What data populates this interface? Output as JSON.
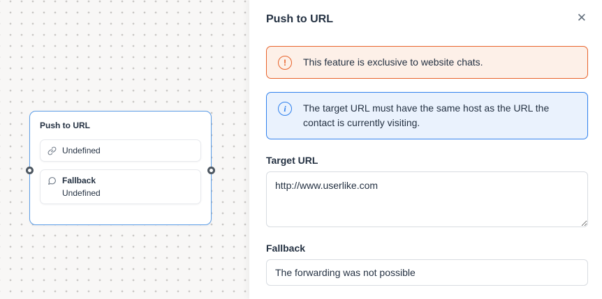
{
  "canvas": {
    "node": {
      "title": "Push to URL",
      "url_field": {
        "icon": "link-icon",
        "value": "Undefined"
      },
      "fallback_field": {
        "icon": "chat-bubble-icon",
        "label": "Fallback",
        "value": "Undefined"
      }
    }
  },
  "panel": {
    "title": "Push to URL",
    "close_glyph": "✕",
    "alerts": [
      {
        "type": "warning",
        "icon": "warning-circle-icon",
        "glyph": "!",
        "text": "This feature is exclusive to website chats.",
        "color": "#e8622a",
        "background": "#fdf0e8"
      },
      {
        "type": "info",
        "icon": "info-circle-icon",
        "glyph": "i",
        "text": "The target URL must have the same host as the URL the contact is currently visiting.",
        "color": "#2f80ed",
        "background": "#eaf2fd"
      }
    ],
    "target_url": {
      "label": "Target URL",
      "value": "http://www.userlike.com"
    },
    "fallback": {
      "label": "Fallback",
      "value": "The forwarding was not possible"
    }
  }
}
